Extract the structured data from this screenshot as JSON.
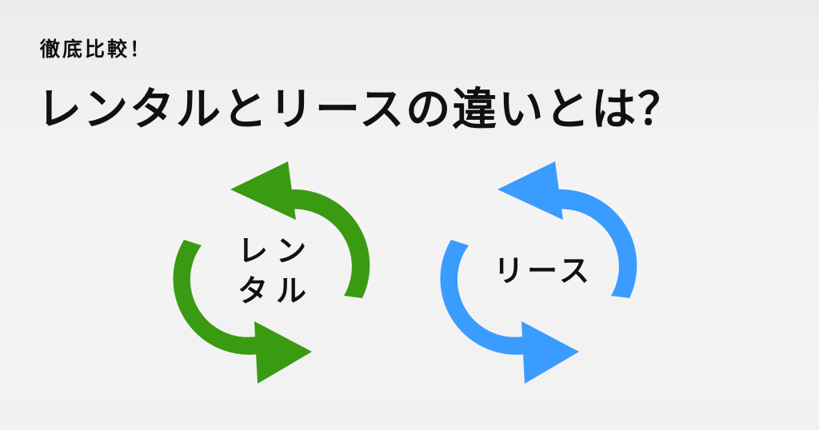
{
  "header": {
    "subtitle": "徹底比較！",
    "title": "レンタルとリースの違いとは？"
  },
  "cycles": {
    "rental": {
      "line1": "レン",
      "line2": "タル",
      "color": "#3a9a12"
    },
    "lease": {
      "label": "リース",
      "color": "#3a9cff"
    }
  }
}
